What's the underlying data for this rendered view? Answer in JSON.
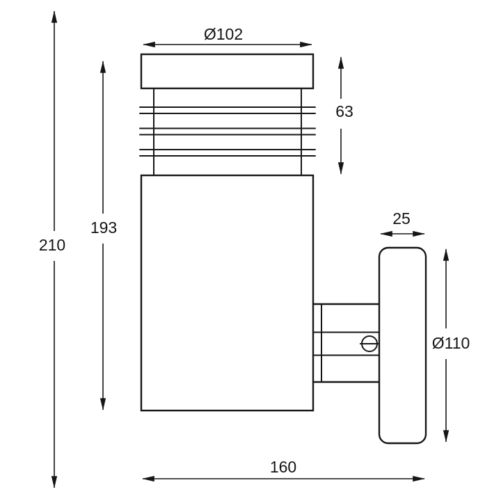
{
  "figure": {
    "dimension_labels": {
      "top_diameter": "Ø102",
      "grill_height": "63",
      "body_height": "193",
      "overall_height": "210",
      "plate_depth": "25",
      "plate_diameter": "Ø110",
      "overall_projection": "160"
    }
  }
}
